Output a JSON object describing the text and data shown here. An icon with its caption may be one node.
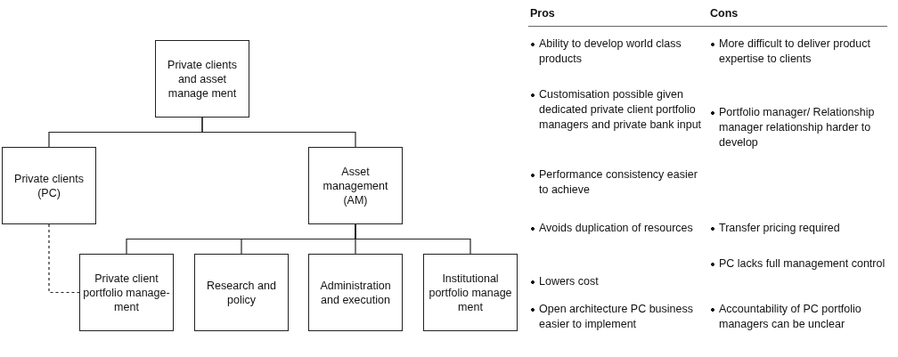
{
  "diagram": {
    "nodes": [
      {
        "text": [
          "Private clients and asset manage ment"
        ]
      },
      {
        "text": [
          "Private clients (PC)"
        ]
      },
      {
        "text": [
          "Asset management (AM)"
        ]
      },
      {
        "text": [
          "Private client portfolio manage- ment"
        ]
      },
      {
        "text": [
          "Research and policy"
        ]
      },
      {
        "text": [
          "Administration and execution"
        ]
      },
      {
        "text": [
          "Institutional portfolio manage ment"
        ]
      }
    ],
    "edges": [
      {
        "from": 0,
        "to": 1,
        "arrow": "none"
      },
      {
        "from": 0,
        "to": 2,
        "arrow": "none"
      },
      {
        "from": 2,
        "to": 3,
        "arrow": "none"
      },
      {
        "from": 2,
        "to": 4,
        "arrow": "none"
      },
      {
        "from": 2,
        "to": 5,
        "arrow": "none"
      },
      {
        "from": 2,
        "to": 6,
        "arrow": "none"
      },
      {
        "from": 1,
        "to": 3,
        "arrow": "none",
        "style": "dashed"
      }
    ],
    "labels": [
      "Pros",
      "Cons",
      "Ability to develop world class products",
      "Customisation possible given dedicated private client portfolio managers and private bank input",
      "Performance consistency easier to achieve",
      "Avoids duplication of resources",
      "Lowers cost",
      "Open architecture PC business easier to implement",
      "More difficult to deliver product expertise to clients",
      "Portfolio manager/ Relationship manager relationship harder to develop",
      "Transfer pricing required",
      "PC lacks full management control",
      "Accountability of PC portfolio managers can be unclear"
    ]
  }
}
